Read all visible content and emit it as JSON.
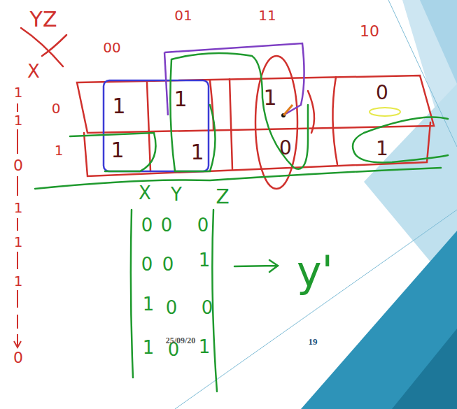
{
  "diagram": {
    "labels": [
      "YZ",
      "00",
      "01",
      "11",
      "10",
      "X",
      "0",
      "1",
      "1",
      "1",
      "1",
      "0",
      "1",
      "1",
      "0",
      "1",
      "X",
      "Y",
      "Z",
      "0",
      "0",
      "0",
      "0",
      "0",
      "1",
      "1",
      "0",
      "0",
      "1",
      "0",
      "1",
      "y'",
      "1",
      "1",
      "0",
      "1",
      "1",
      "1",
      "0",
      "25/09/20",
      "19"
    ]
  }
}
